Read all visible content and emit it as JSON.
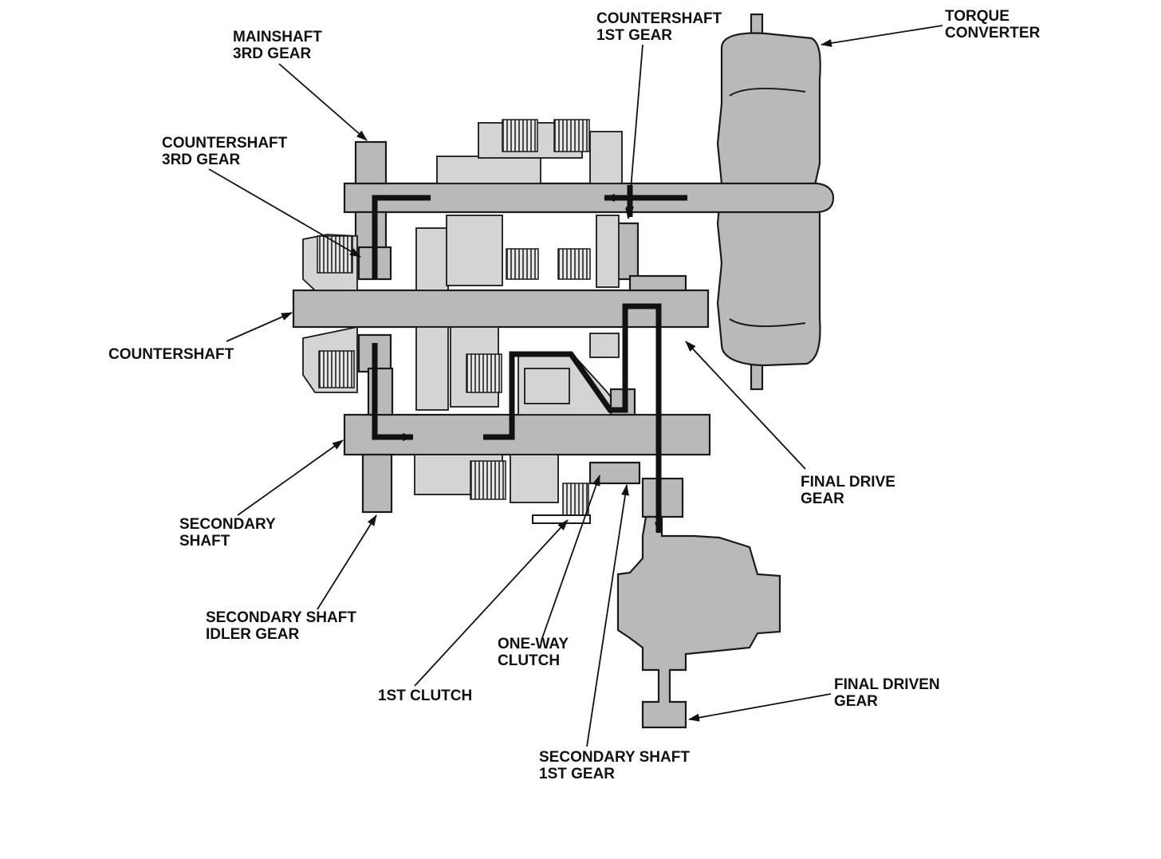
{
  "labels": {
    "mainshaft_3rd_gear": [
      "MAINSHAFT",
      "3RD GEAR"
    ],
    "countershaft_3rd_gear": [
      "COUNTERSHAFT",
      "3RD GEAR"
    ],
    "countershaft": [
      "COUNTERSHAFT"
    ],
    "countershaft_1st_gear": [
      "COUNTERSHAFT",
      "1ST GEAR"
    ],
    "torque_converter": [
      "TORQUE",
      "CONVERTER"
    ],
    "final_drive_gear": [
      "FINAL DRIVE",
      "GEAR"
    ],
    "secondary_shaft": [
      "SECONDARY",
      "SHAFT"
    ],
    "secondary_shaft_idler_gear": [
      "SECONDARY SHAFT",
      "IDLER GEAR"
    ],
    "one_way_clutch": [
      "ONE-WAY",
      "CLUTCH"
    ],
    "first_clutch": [
      "1ST CLUTCH"
    ],
    "final_driven_gear": [
      "FINAL DRIVEN",
      "GEAR"
    ],
    "secondary_shaft_1st_gear": [
      "SECONDARY SHAFT",
      "1ST GEAR"
    ]
  },
  "colors": {
    "part_fill": "#b9b9b9",
    "line": "#1a1a1a",
    "power_flow": "#111111",
    "background": "#ffffff"
  }
}
